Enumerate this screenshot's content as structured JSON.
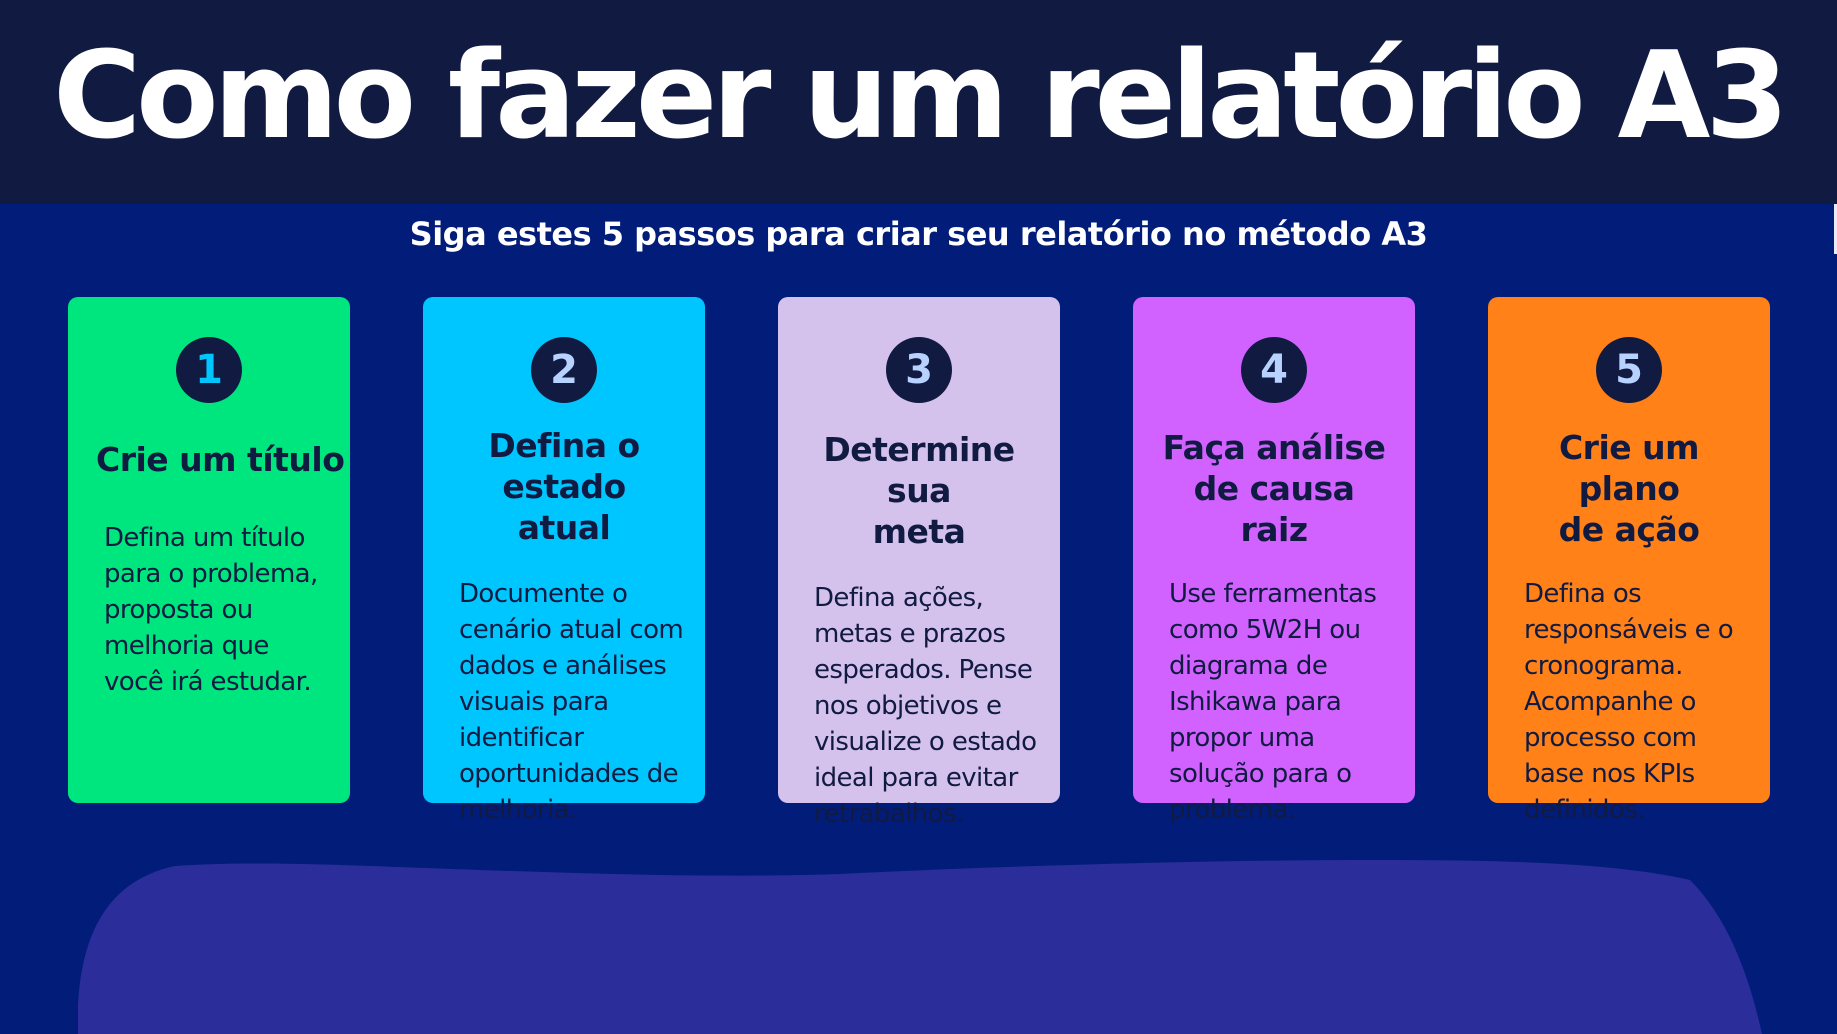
{
  "header": {
    "title": "Como fazer um relatório A3",
    "subtitle": "Siga estes 5 passos para criar seu relatório no método A3"
  },
  "steps": [
    {
      "number": "1",
      "title": "Crie um título",
      "text": "Defina um título para o problema, proposta ou melhoria que você irá estudar.",
      "card_color": "#00e67e",
      "number_color": "#00c6ff"
    },
    {
      "number": "2",
      "title": "Defina o\nestado atual",
      "text": "Documente o cenário atual com dados e análises visuais para identificar oportunidades de melhoria.",
      "card_color": "#00c6ff",
      "number_color": "#b8d2ff"
    },
    {
      "number": "3",
      "title": "Determine sua\nmeta",
      "text": "Defina ações, metas e prazos esperados. Pense nos objetivos e visualize o estado ideal para evitar retrabalhos.",
      "card_color": "#d5c2ec",
      "number_color": "#b8d2ff"
    },
    {
      "number": "4",
      "title": "Faça análise\nde causa raiz",
      "text": "Use ferramentas como 5W2H ou diagrama de Ishikawa para propor uma solução para o problema.",
      "card_color": "#d162ff",
      "number_color": "#b8d2ff"
    },
    {
      "number": "5",
      "title": "Crie um plano\nde ação",
      "text": "Defina os responsáveis e o cronograma. Acompanhe o processo com base nos KPIs definidos.",
      "card_color": "#ff8117",
      "number_color": "#b8d2ff"
    }
  ],
  "colors": {
    "header_background": "#111b42",
    "page_background": "#021c7a",
    "blob": "#2b2d9a",
    "badge": "#111b42",
    "text_dark": "#111b42"
  }
}
